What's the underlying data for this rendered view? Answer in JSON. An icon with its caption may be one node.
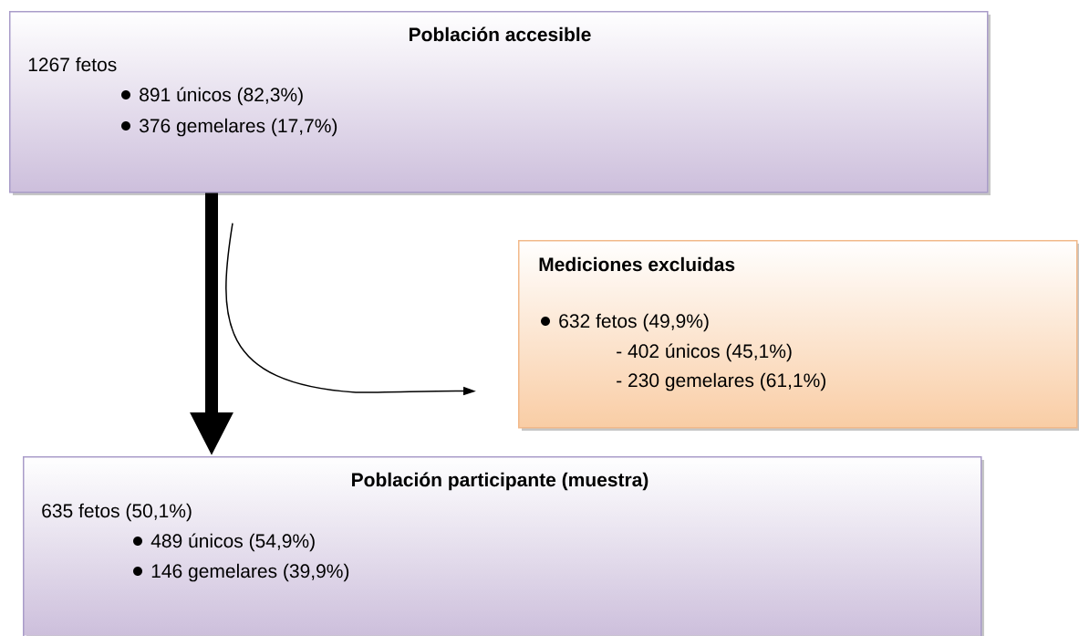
{
  "diagram": {
    "nodes": [
      {
        "text": [
          "Población accesible",
          "1267 fetos",
          "891 únicos (82,3%)",
          "376 gemelares (17,7%)"
        ]
      },
      {
        "text": [
          "Mediciones excluidas",
          "632 fetos (49,9%)",
          "- 402 únicos (45,1%)",
          "- 230 gemelares (61,1%)"
        ]
      },
      {
        "text": [
          "Población participante (muestra)",
          "635 fetos (50,1%)",
          "489 únicos (54,9%)",
          "146 gemelares (39,9%)"
        ]
      }
    ],
    "edges": [
      {
        "from": 0,
        "to": 2,
        "arrow": "to",
        "style": "thick"
      },
      {
        "from": 0,
        "to": 1,
        "arrow": "to"
      }
    ]
  }
}
